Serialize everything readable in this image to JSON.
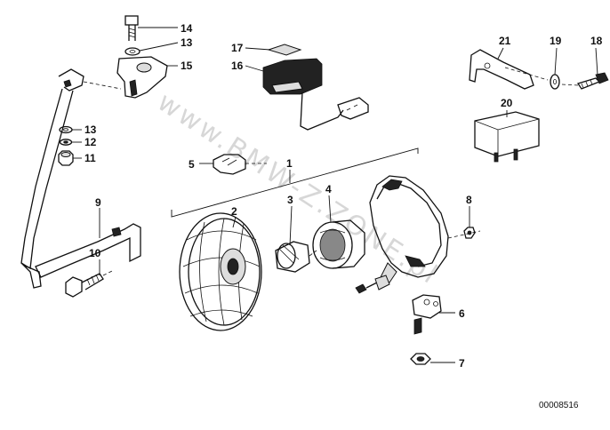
{
  "watermark": "www.BMW-Z.ZONE.pl",
  "reference_code": "00008516",
  "callouts": {
    "c1": "1",
    "c2": "2",
    "c3": "3",
    "c4": "4",
    "c5": "5",
    "c6": "6",
    "c7": "7",
    "c8": "8",
    "c9": "9",
    "c10": "10",
    "c11": "11",
    "c12": "12",
    "c13a": "13",
    "c13b": "13",
    "c14": "14",
    "c15": "15",
    "c16": "16",
    "c17": "17",
    "c18": "18",
    "c19": "19",
    "c20": "20",
    "c21": "21"
  }
}
